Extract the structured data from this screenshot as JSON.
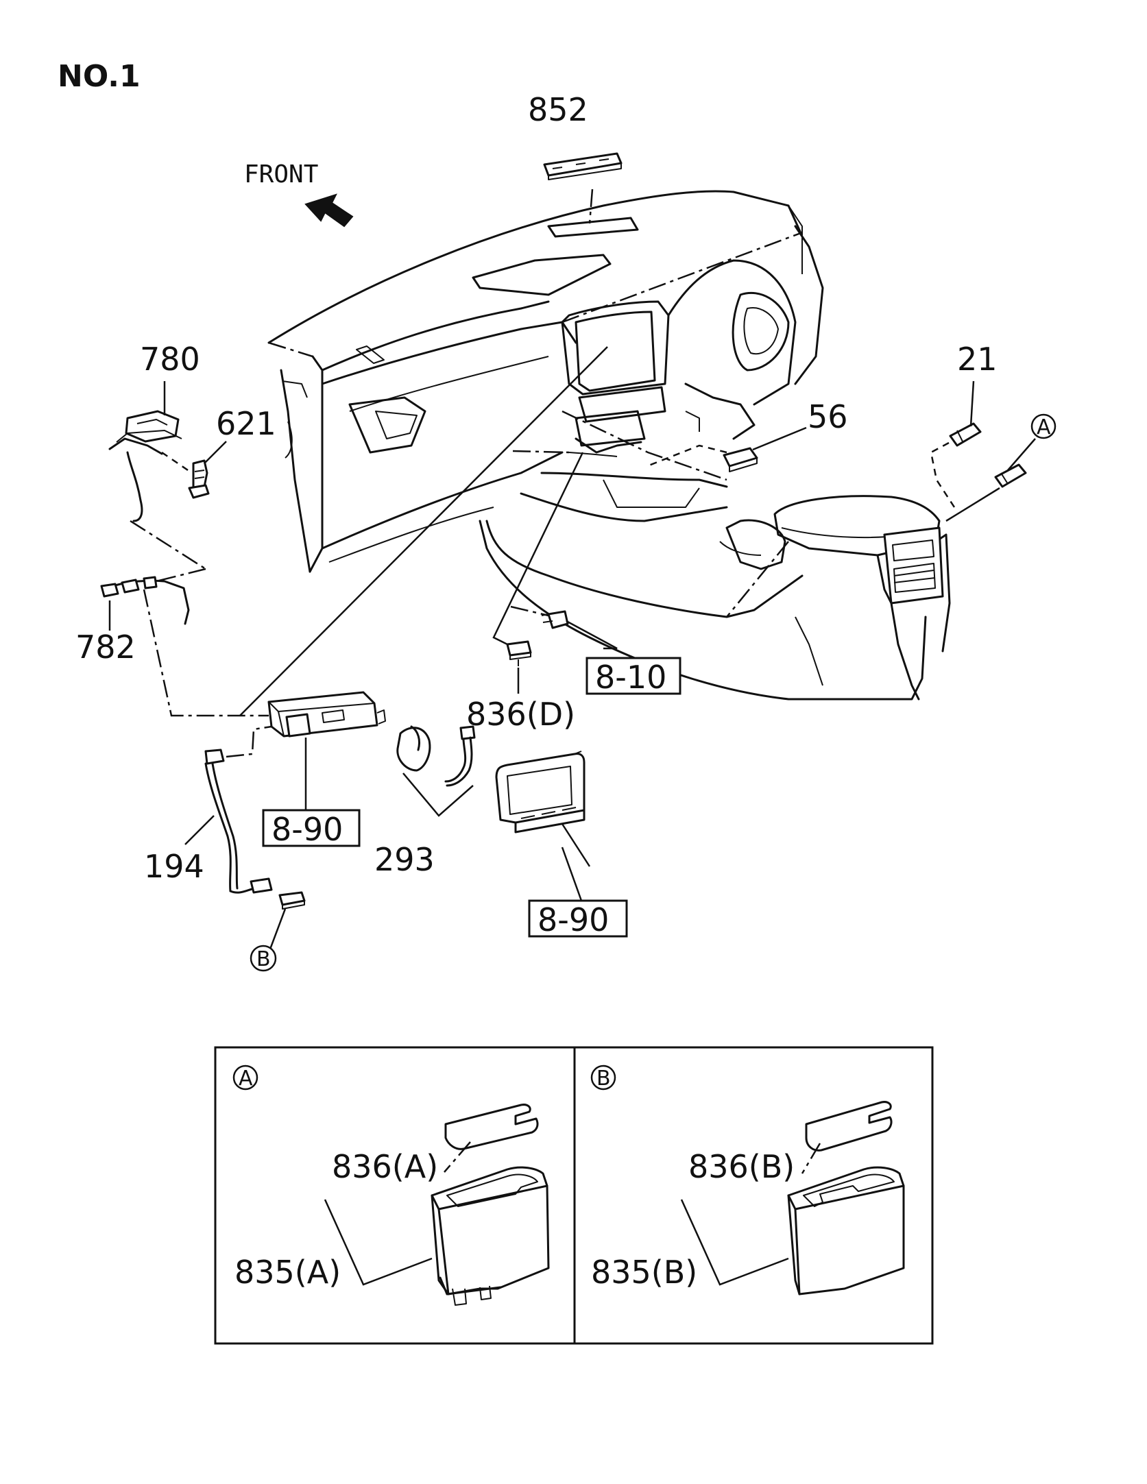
{
  "page_label": "NO.1",
  "front_label": "FRONT",
  "callouts": {
    "c852": "852",
    "c780": "780",
    "c621": "621",
    "c782": "782",
    "c21": "21",
    "c56": "56",
    "c8_10": "8-10",
    "c836d": "836(D)",
    "c8_90_left": "8-90",
    "c293": "293",
    "c194": "194",
    "c8_90_right": "8-90"
  },
  "markers": {
    "a": "A",
    "b": "B"
  },
  "inset_a": {
    "marker": "A",
    "top_label": "836(A)",
    "bottom_label": "835(A)"
  },
  "inset_b": {
    "marker": "B",
    "top_label": "836(B)",
    "bottom_label": "835(B)"
  }
}
